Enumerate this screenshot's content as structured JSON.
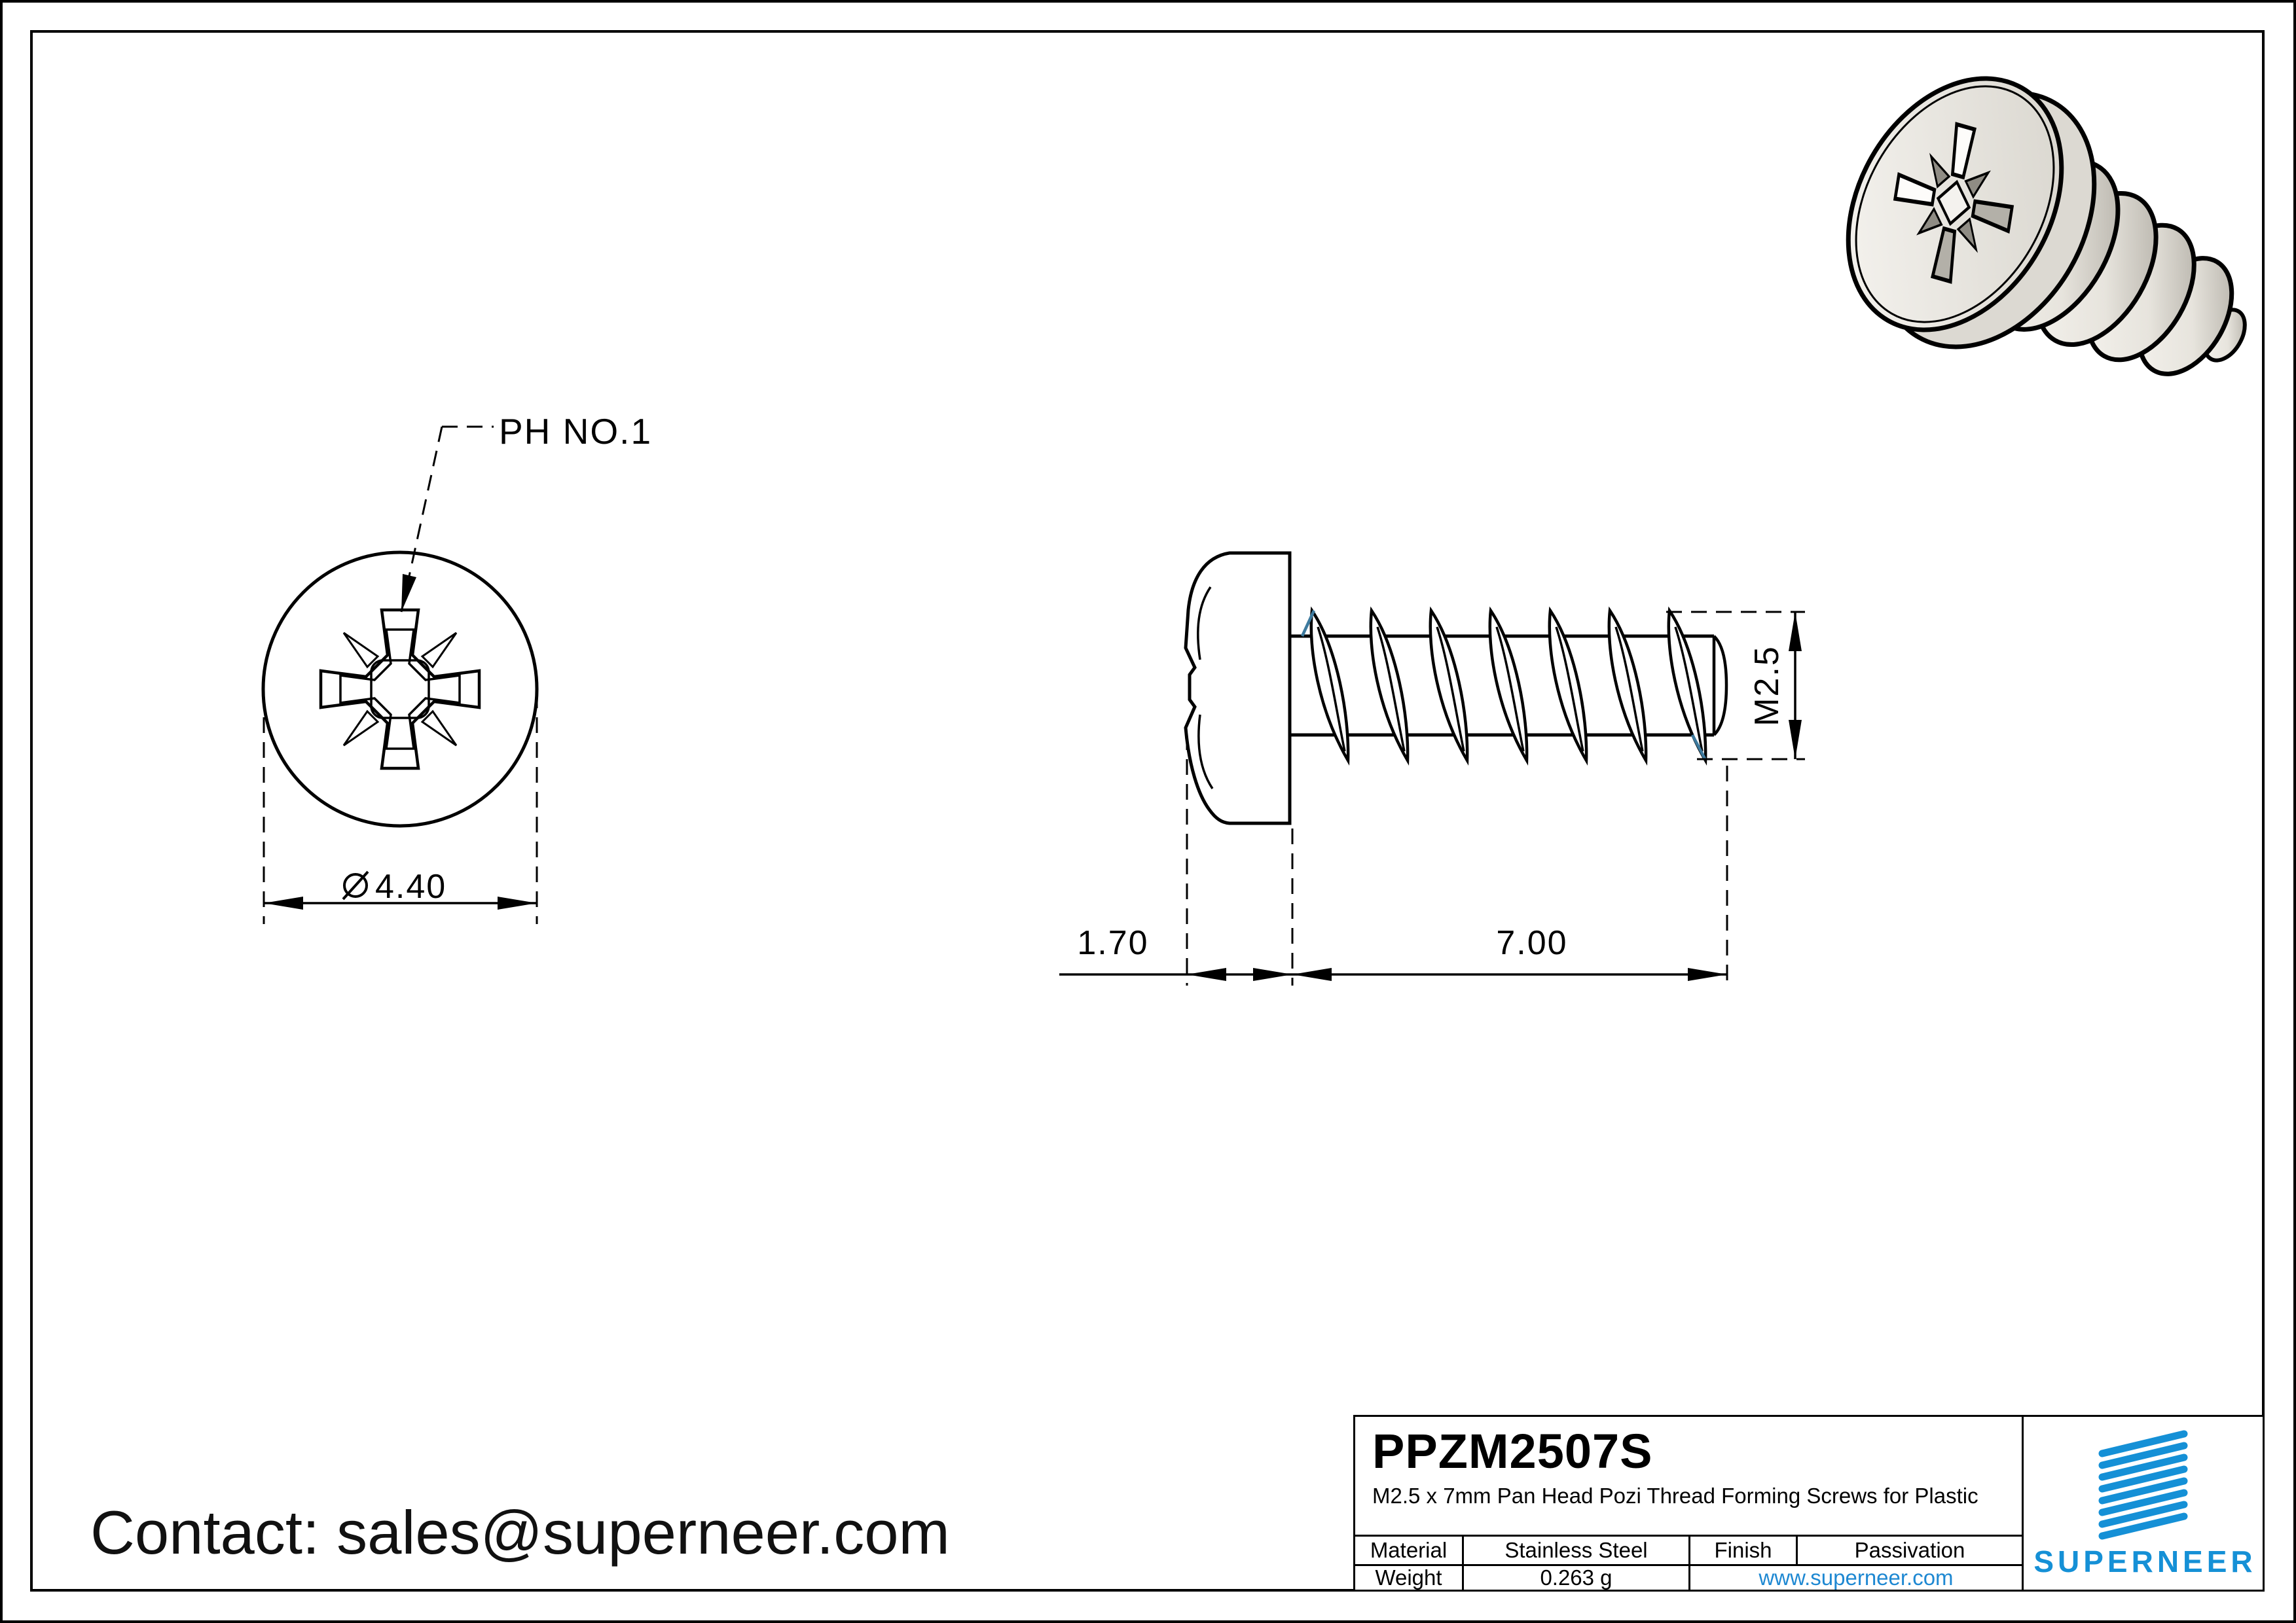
{
  "drawing": {
    "front_view": {
      "drive_label": "PH NO.1",
      "diameter_symbol": "⌀",
      "head_diameter": "4.40"
    },
    "side_view": {
      "head_height": "1.70",
      "thread_length": "7.00",
      "thread_spec": "M2.5"
    },
    "accent_color": "#3d7a9e",
    "line_color": "#000000"
  },
  "contact": {
    "text": "Contact: sales@superneer.com"
  },
  "title_block": {
    "part_number": "PPZM2507S",
    "description": "M2.5 x 7mm Pan Head Pozi Thread Forming Screws for Plastic",
    "material_label": "Material",
    "material_value": "Stainless Steel",
    "finish_label": "Finish",
    "finish_value": "Passivation",
    "weight_label": "Weight",
    "weight_value": "0.263 g",
    "website": "www.superneer.com",
    "brand_name": "SUPERNEER",
    "brand_color": "#1590d6",
    "link_color": "#1e88d2"
  }
}
